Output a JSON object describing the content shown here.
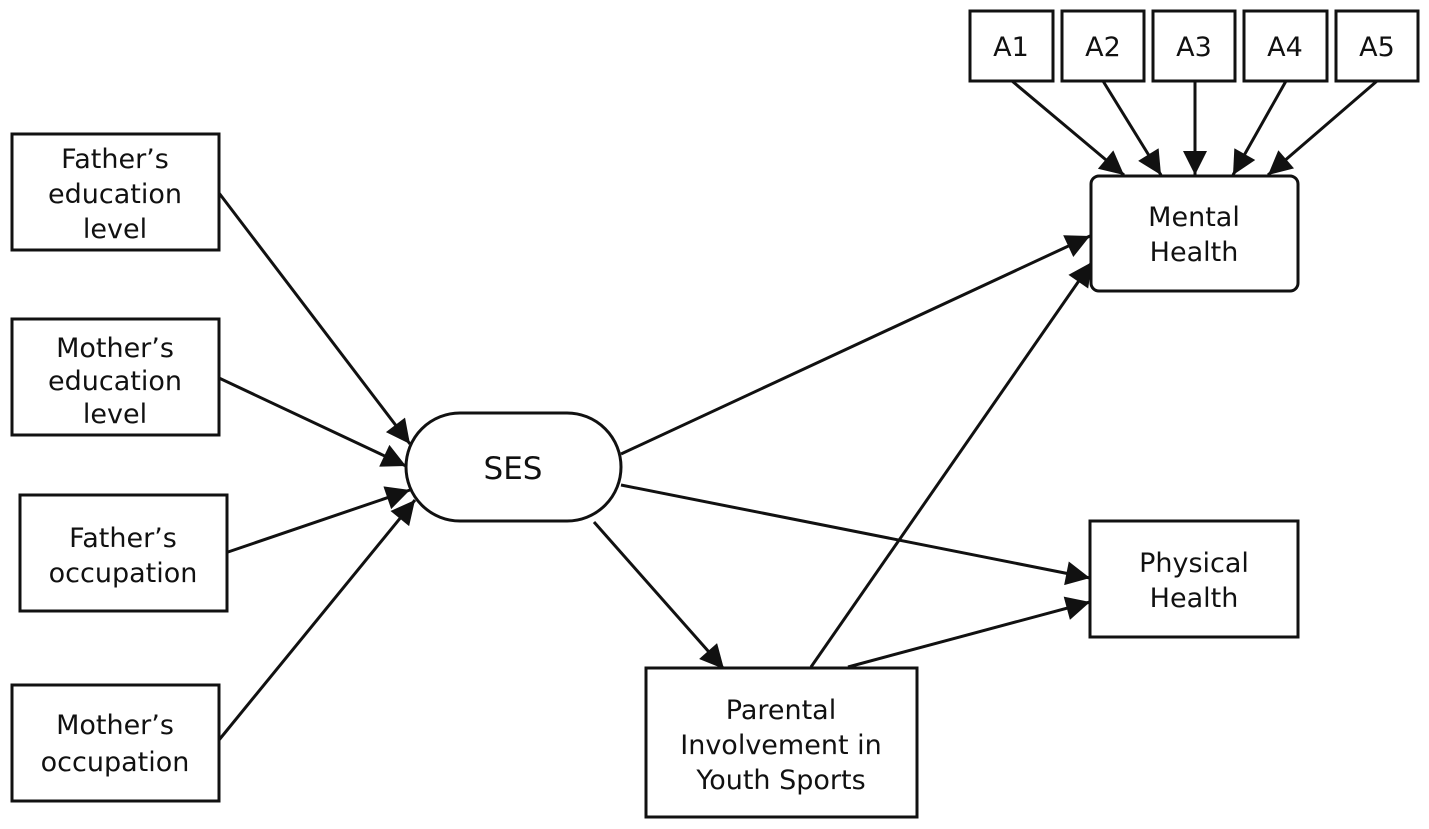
{
  "nodes": {
    "father_edu": {
      "lines": [
        "Father’s",
        "education",
        "level"
      ]
    },
    "mother_edu": {
      "lines": [
        "Mother’s",
        "education",
        "level"
      ]
    },
    "father_occ": {
      "lines": [
        "Father’s",
        "occupation"
      ]
    },
    "mother_occ": {
      "lines": [
        "Mother’s",
        "occupation"
      ]
    },
    "ses": {
      "lines": [
        "SES"
      ]
    },
    "parental": {
      "lines": [
        "Parental",
        "Involvement in",
        "Youth Sports"
      ]
    },
    "mental": {
      "lines": [
        "Mental",
        "Health"
      ]
    },
    "physical": {
      "lines": [
        "Physical",
        "Health"
      ]
    },
    "a1": {
      "lines": [
        "A1"
      ]
    },
    "a2": {
      "lines": [
        "A2"
      ]
    },
    "a3": {
      "lines": [
        "A3"
      ]
    },
    "a4": {
      "lines": [
        "A4"
      ]
    },
    "a5": {
      "lines": [
        "A5"
      ]
    }
  },
  "edges": [
    {
      "from": "father_edu",
      "to": "ses"
    },
    {
      "from": "mother_edu",
      "to": "ses"
    },
    {
      "from": "father_occ",
      "to": "ses"
    },
    {
      "from": "mother_occ",
      "to": "ses"
    },
    {
      "from": "ses",
      "to": "mental"
    },
    {
      "from": "ses",
      "to": "physical"
    },
    {
      "from": "ses",
      "to": "parental"
    },
    {
      "from": "parental",
      "to": "mental"
    },
    {
      "from": "parental",
      "to": "physical"
    },
    {
      "from": "a1",
      "to": "mental"
    },
    {
      "from": "a2",
      "to": "mental"
    },
    {
      "from": "a3",
      "to": "mental"
    },
    {
      "from": "a4",
      "to": "mental"
    },
    {
      "from": "a5",
      "to": "mental"
    }
  ],
  "colors": {
    "stroke": "#111111",
    "fill": "#ffffff"
  }
}
